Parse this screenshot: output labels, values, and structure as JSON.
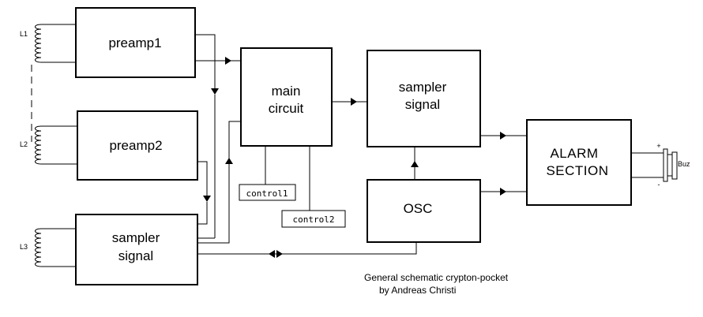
{
  "blocks": {
    "preamp1": "preamp1",
    "preamp2": "preamp2",
    "sampler_left": [
      "sampler",
      "signal"
    ],
    "main_circuit": [
      "main",
      "circuit"
    ],
    "sampler_center": [
      "sampler",
      "signal"
    ],
    "osc": "OSC",
    "alarm": [
      "ALARM",
      "SECTION"
    ]
  },
  "controls": {
    "control1": "control1",
    "control2": "control2"
  },
  "coils": {
    "l1": "L1",
    "l2": "L2",
    "l3": "L3"
  },
  "buzzer": {
    "label": "Buz",
    "plus": "+",
    "minus": "-"
  },
  "caption": {
    "line1": "General schematic crypton-pocket",
    "line2": "by Andreas Christi"
  }
}
